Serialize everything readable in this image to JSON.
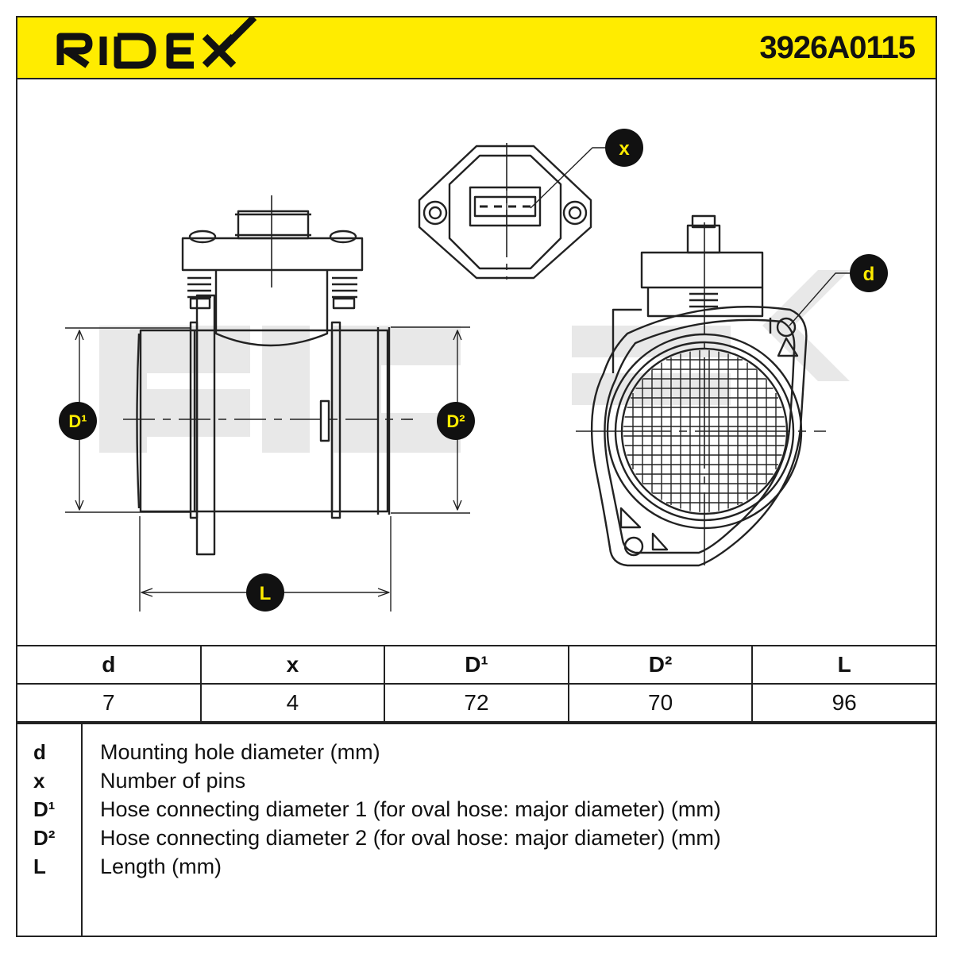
{
  "header": {
    "brand": "RIDEX",
    "part_number": "3926A0115"
  },
  "callouts": {
    "d": "d",
    "x": "x",
    "D1": "D¹",
    "D2": "D²",
    "L": "L"
  },
  "table": {
    "headers": [
      "d",
      "x",
      "D¹",
      "D²",
      "L"
    ],
    "values": [
      "7",
      "4",
      "72",
      "70",
      "96"
    ]
  },
  "legend": [
    {
      "symbol": "d",
      "description": "Mounting hole diameter (mm)"
    },
    {
      "symbol": "x",
      "description": "Number of pins"
    },
    {
      "symbol": "D¹",
      "description": "Hose connecting diameter 1 (for oval hose: major diameter) (mm)"
    },
    {
      "symbol": "D²",
      "description": "Hose connecting diameter 2 (for oval hose: major diameter) (mm)"
    },
    {
      "symbol": "L",
      "description": "Length (mm)"
    }
  ],
  "colors": {
    "accent": "#ffec00",
    "line": "#222222",
    "watermark": "#e6e6e6"
  }
}
